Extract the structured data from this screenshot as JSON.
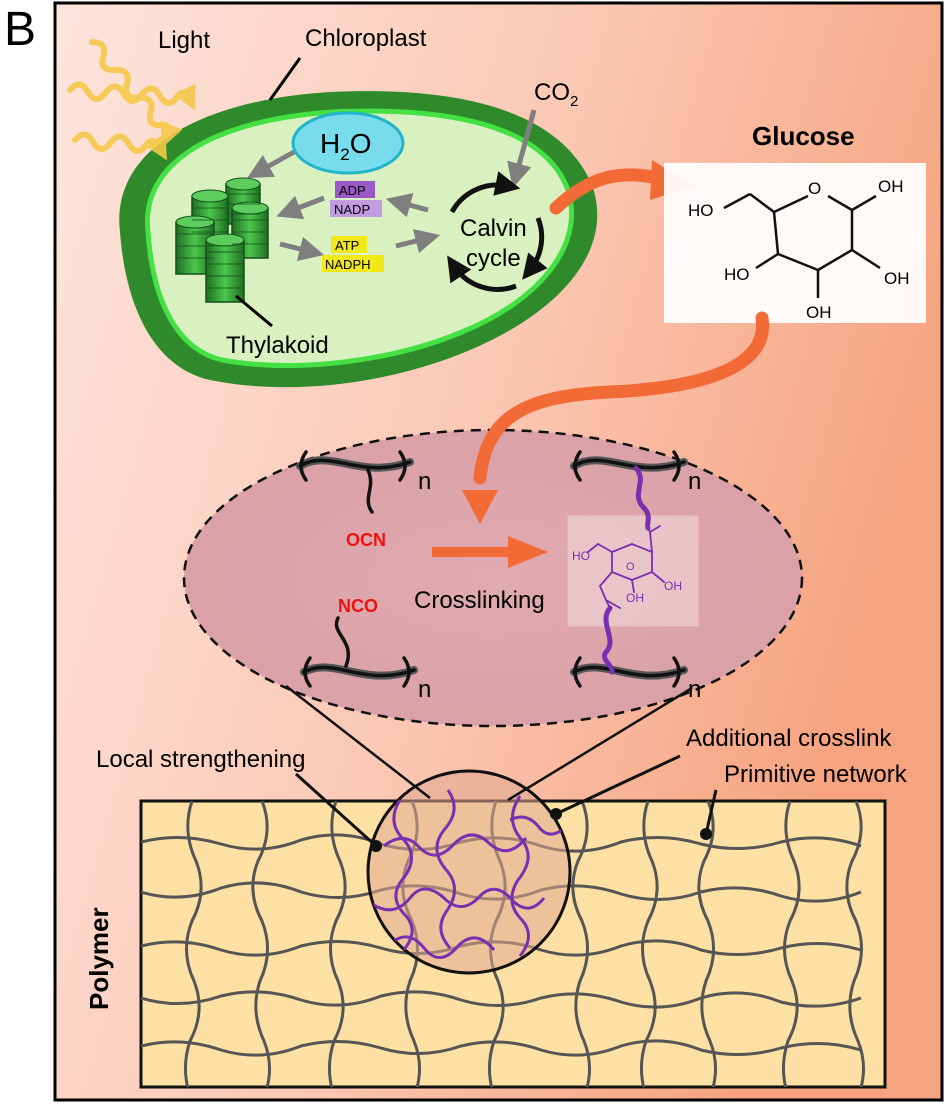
{
  "panel_label": "B",
  "chloroplast": {
    "light_label": "Light",
    "chloroplast_label": "Chloroplast",
    "co2_label": "CO",
    "co2_sub": "2",
    "water_label": "H",
    "water_sub": "2",
    "water_tail": "O",
    "adp_label": "ADP",
    "nadp_label": "NADP",
    "atp_label": "ATP",
    "nadph_label": "NADPH",
    "calvin_line1": "Calvin",
    "calvin_line2": "cycle",
    "thylakoid_label": "Thylakoid"
  },
  "glucose": {
    "title": "Glucose",
    "ho_left": "HO",
    "oh_top": "OH",
    "ho_bottom_left": "HO",
    "oh_right": "OH",
    "oh_bottom": "OH"
  },
  "crosslinking": {
    "ocn_label": "OCN",
    "nco_label": "NCO",
    "n_label": "n",
    "crosslinking_label": "Crosslinking",
    "mini_ho": "HO",
    "mini_oh1": "OH",
    "mini_oh2": "OH"
  },
  "network": {
    "local_strengthening_label": "Local strengthening",
    "additional_crosslink_label": "Additional crosslink",
    "primitive_network_label": "Primitive network",
    "polymer_label": "Polymer"
  },
  "colors": {
    "red_text": "#ee1111",
    "orange_arrow": "#f26a35",
    "purple_link": "#7a2fb0",
    "chloro_dark": "#2e8a2a",
    "chloro_bright": "#44e044",
    "stroma": "#d9f0c0",
    "water_fill": "#78dcec",
    "network_fill": "#fde0a4"
  }
}
